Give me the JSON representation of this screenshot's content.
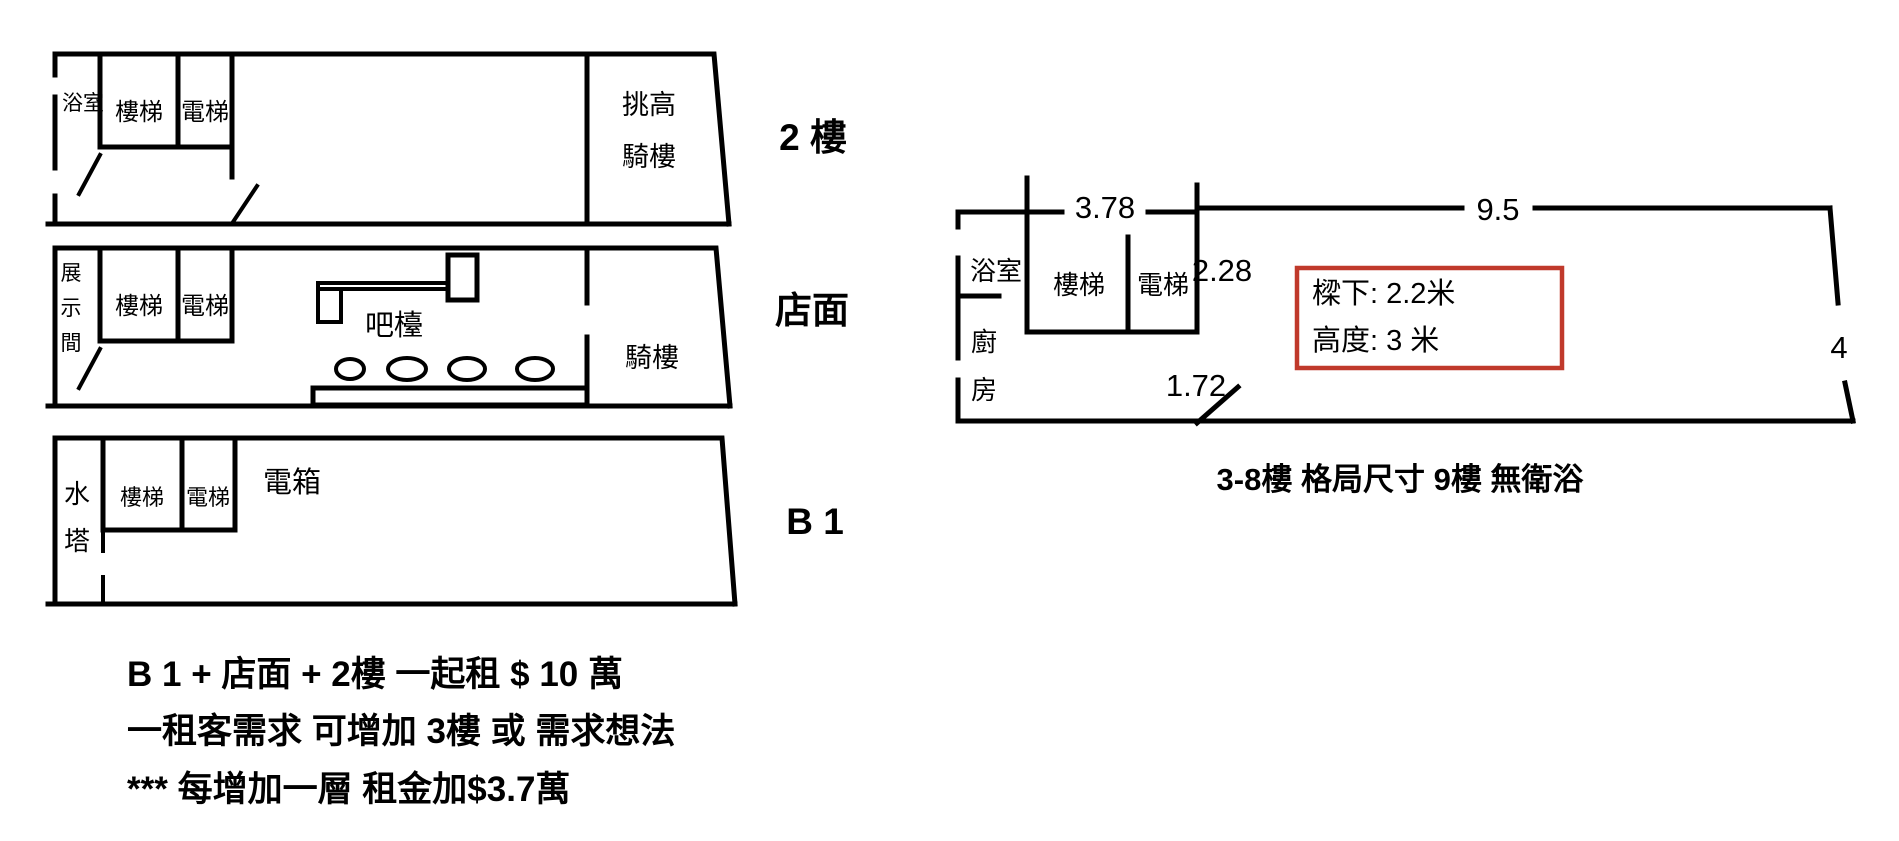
{
  "colors": {
    "ink": "#000000",
    "background": "#ffffff",
    "highlight_border": "#c0392b"
  },
  "floor2_plan": {
    "floor_label": "2 樓",
    "bathroom": "浴室",
    "stairs": "樓梯",
    "elevator": "電梯",
    "arcade_line1": "挑高",
    "arcade_line2": "騎樓"
  },
  "storefront_plan": {
    "floor_label": "店面",
    "showroom_chars": [
      "展",
      "示",
      "間"
    ],
    "stairs": "樓梯",
    "elevator": "電梯",
    "bar_counter": "吧檯",
    "arcade": "騎樓"
  },
  "basement_plan": {
    "floor_label": "B 1",
    "water_tower_chars": [
      "水",
      "塔"
    ],
    "stairs": "樓梯",
    "elevator": "電梯",
    "electric_box": "電箱"
  },
  "unit_plan": {
    "caption": "3-8樓 格局尺寸 9樓 無衛浴",
    "bathroom": "浴室",
    "kitchen_chars": [
      "廚",
      "房"
    ],
    "stairs": "樓梯",
    "elevator": "電梯",
    "dim_stair_width": "3.78",
    "dim_main_width": "9.5",
    "dim_elevator": "2.28",
    "dim_door": "1.72",
    "dim_depth": "4",
    "highlight": {
      "line1": "樑下: 2.2米",
      "line2": "高度: 3 米"
    }
  },
  "notes": {
    "line1": "B 1 + 店面 + 2樓 一起租 $ 10 萬",
    "line2": "一租客需求 可增加 3樓 或 需求想法",
    "line3": "*** 每增加一層 租金加$3.7萬"
  }
}
